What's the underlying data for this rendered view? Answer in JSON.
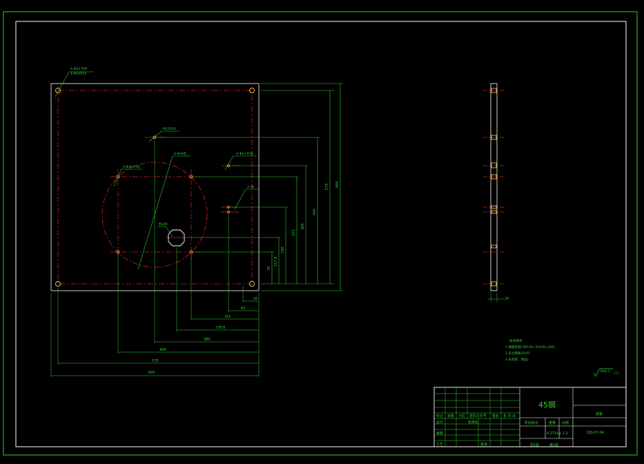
{
  "colors": {
    "background": "#000000",
    "outline": "#ffffff",
    "dimension": "#2fd52f",
    "centerline": "#e02020",
    "hole": "#ffd24a"
  },
  "front_view": {
    "hole_notes": [
      "4-Φ32 ∇20",
      "4-M10∇15",
      "M12∇10",
      "4-Φ30孔",
      "4-Φ30 ∇20",
      "4-Φ14 ∇10",
      "2-10",
      "Φ140"
    ],
    "vertical_dims": [
      "600",
      "575",
      "440",
      "360",
      "323",
      "230",
      "157.8",
      "76"
    ],
    "horizontal_dims": [
      "25",
      "82",
      "161",
      "279.8",
      "380",
      "406",
      "575",
      "600"
    ]
  },
  "side_view": {
    "thickness_dim": "20"
  },
  "notes": {
    "heading": "技术要求",
    "lines": [
      "1.调质处理 HRC28~32(HB=285)",
      "2.未注倒角2X45°",
      "3.去毛刺、锐边。"
    ]
  },
  "roughness": {
    "symbol_label": "Ra6.3",
    "other": "(√)"
  },
  "title_block": {
    "material": "45钢",
    "part_name": "底板",
    "drawing_no": "DZJ-07-04",
    "mass": "0.271kg",
    "scale": "1:2",
    "row_labels": [
      "标记",
      "处数",
      "分区",
      "更改文件号",
      "签名",
      "年.月.日"
    ],
    "left_labels": [
      "设计",
      "标准化",
      "审核",
      "工艺",
      "批准"
    ],
    "stage_labels": [
      "阶段标记",
      "重量",
      "比例"
    ],
    "sheet_info": [
      "共1张",
      "第1张"
    ]
  }
}
